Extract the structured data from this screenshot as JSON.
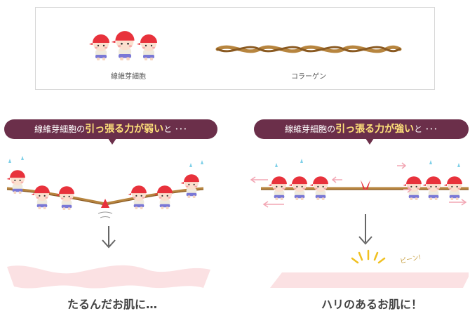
{
  "legend": {
    "fibroblast_label": "線維芽細胞",
    "collagen_label": "コラーゲン"
  },
  "panels": {
    "weak": {
      "bubble_prefix": "線維芽細胞の",
      "bubble_highlight": "引っ張る力が弱い",
      "bubble_suffix": "と ･･･",
      "result": "たるんだお肌に…"
    },
    "strong": {
      "bubble_prefix": "線維芽細胞の",
      "bubble_highlight": "引っ張る力が強い",
      "bubble_suffix": "と ･･･",
      "result": "ハリのあるお肌に！",
      "sound": "ピーン!"
    }
  },
  "colors": {
    "bubble": "#6b2f4a",
    "highlight": "#ffe27a",
    "cap": "#e8323c",
    "rope": "#b7853f",
    "skin": "#fbe1e3",
    "arrow": "#666666",
    "pink_arrow": "#f2a6b3"
  }
}
